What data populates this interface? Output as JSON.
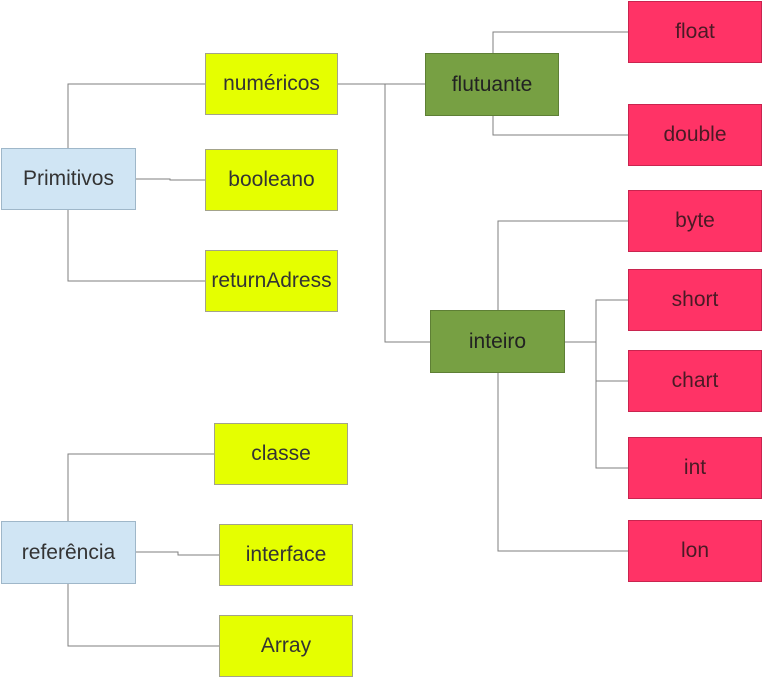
{
  "diagram": {
    "primitivos": "Primitivos",
    "numericos": "numéricos",
    "booleano": "booleano",
    "returnAdress": "returnAdress",
    "flutuante": "flutuante",
    "inteiro": "inteiro",
    "float": "float",
    "double": "double",
    "byte": "byte",
    "short": "short",
    "chart": "chart",
    "int": "int",
    "lon": "lon",
    "referencia": "referência",
    "classe": "classe",
    "interface": "interface",
    "array": "Array"
  },
  "colors": {
    "root": "#d0e5f4",
    "level1": "#e5ff00",
    "level2": "#77a043",
    "leaf": "#ff3366",
    "connector": "#7f7f7f"
  }
}
